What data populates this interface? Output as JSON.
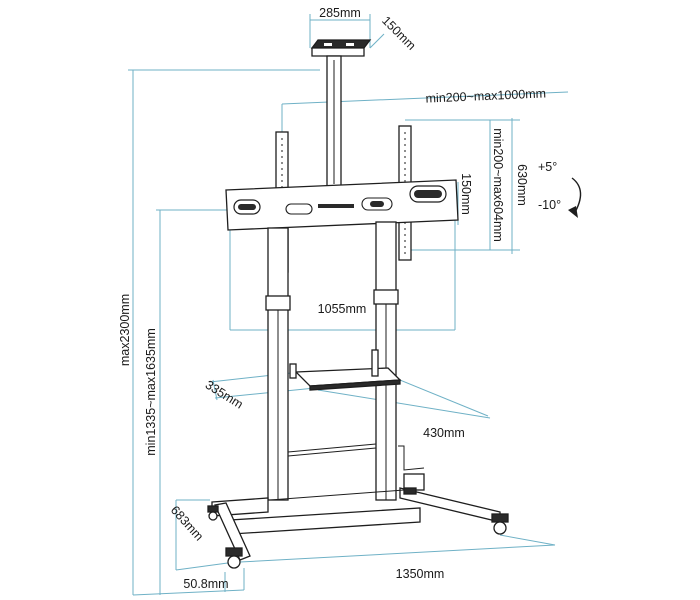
{
  "dimensions": {
    "top_plate_width": "285mm",
    "top_plate_depth": "150mm",
    "vesa_horizontal": "min200~max1000mm",
    "vesa_vertical": "min200~max604mm",
    "bracket_height": "630mm",
    "arm_height": "150mm",
    "tilt_up": "+5°",
    "tilt_down": "-10°",
    "bracket_width": "1055mm",
    "total_height": "max2300mm",
    "mount_height": "min1335~max1635mm",
    "shelf_depth": "335mm",
    "shelf_width": "430mm",
    "base_depth": "683mm",
    "tube_diameter": "50.8mm",
    "base_width": "1350mm"
  },
  "colors": {
    "dimension_line": "#6fb1c6",
    "outline": "#1e1e1e",
    "label": "#1a1a1a"
  }
}
